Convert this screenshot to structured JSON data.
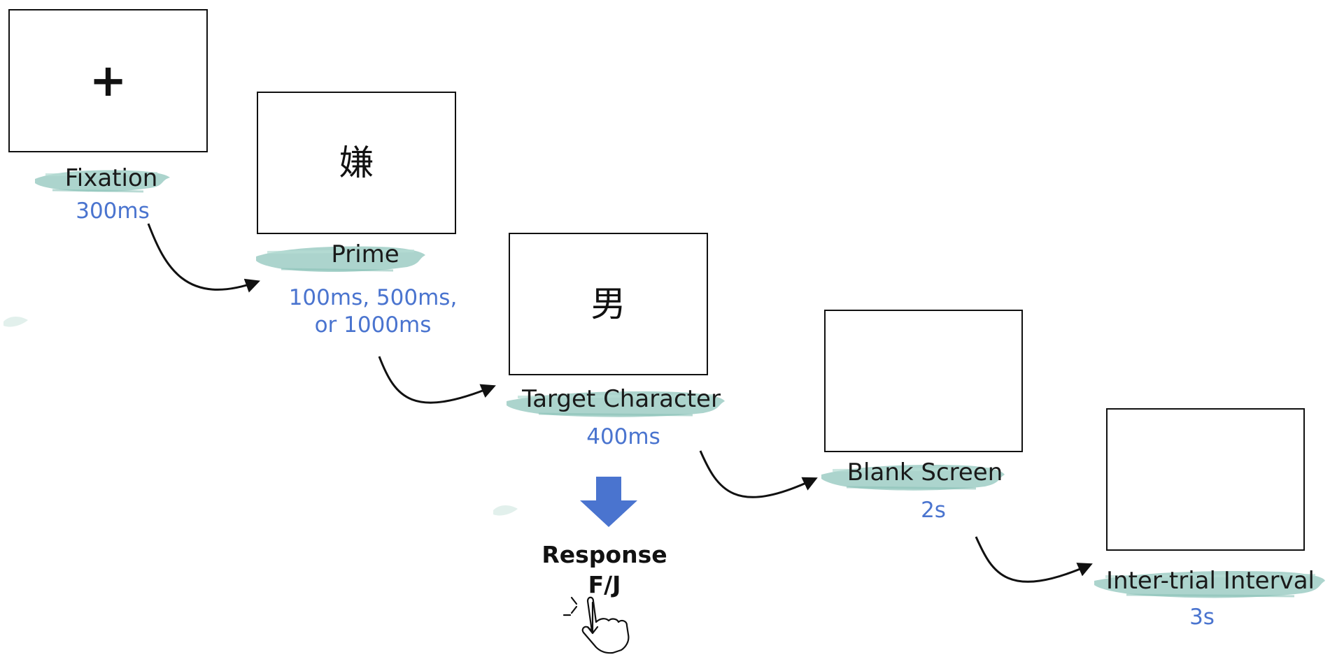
{
  "steps": [
    {
      "label": "Fixation",
      "duration": "300ms",
      "symbol": "+"
    },
    {
      "label": "Prime",
      "duration": "100ms, 500ms,",
      "duration2": "or 1000ms",
      "symbol": "嫌"
    },
    {
      "label": "Target Character",
      "duration": "400ms",
      "symbol": "男"
    },
    {
      "label": "Blank Screen",
      "duration": "2s",
      "symbol": ""
    },
    {
      "label": "Inter-trial Interval",
      "duration": "3s",
      "symbol": ""
    }
  ],
  "response": {
    "line1": "Response",
    "line2": "F/J"
  },
  "colors": {
    "duration_text": "#4a74cf",
    "brush": "#9ecdc4",
    "response_arrow": "#4a74cf",
    "frame_border": "#111111"
  },
  "icons": [
    "curved-arrow-icon",
    "down-arrow-icon",
    "hand-tap-icon"
  ]
}
